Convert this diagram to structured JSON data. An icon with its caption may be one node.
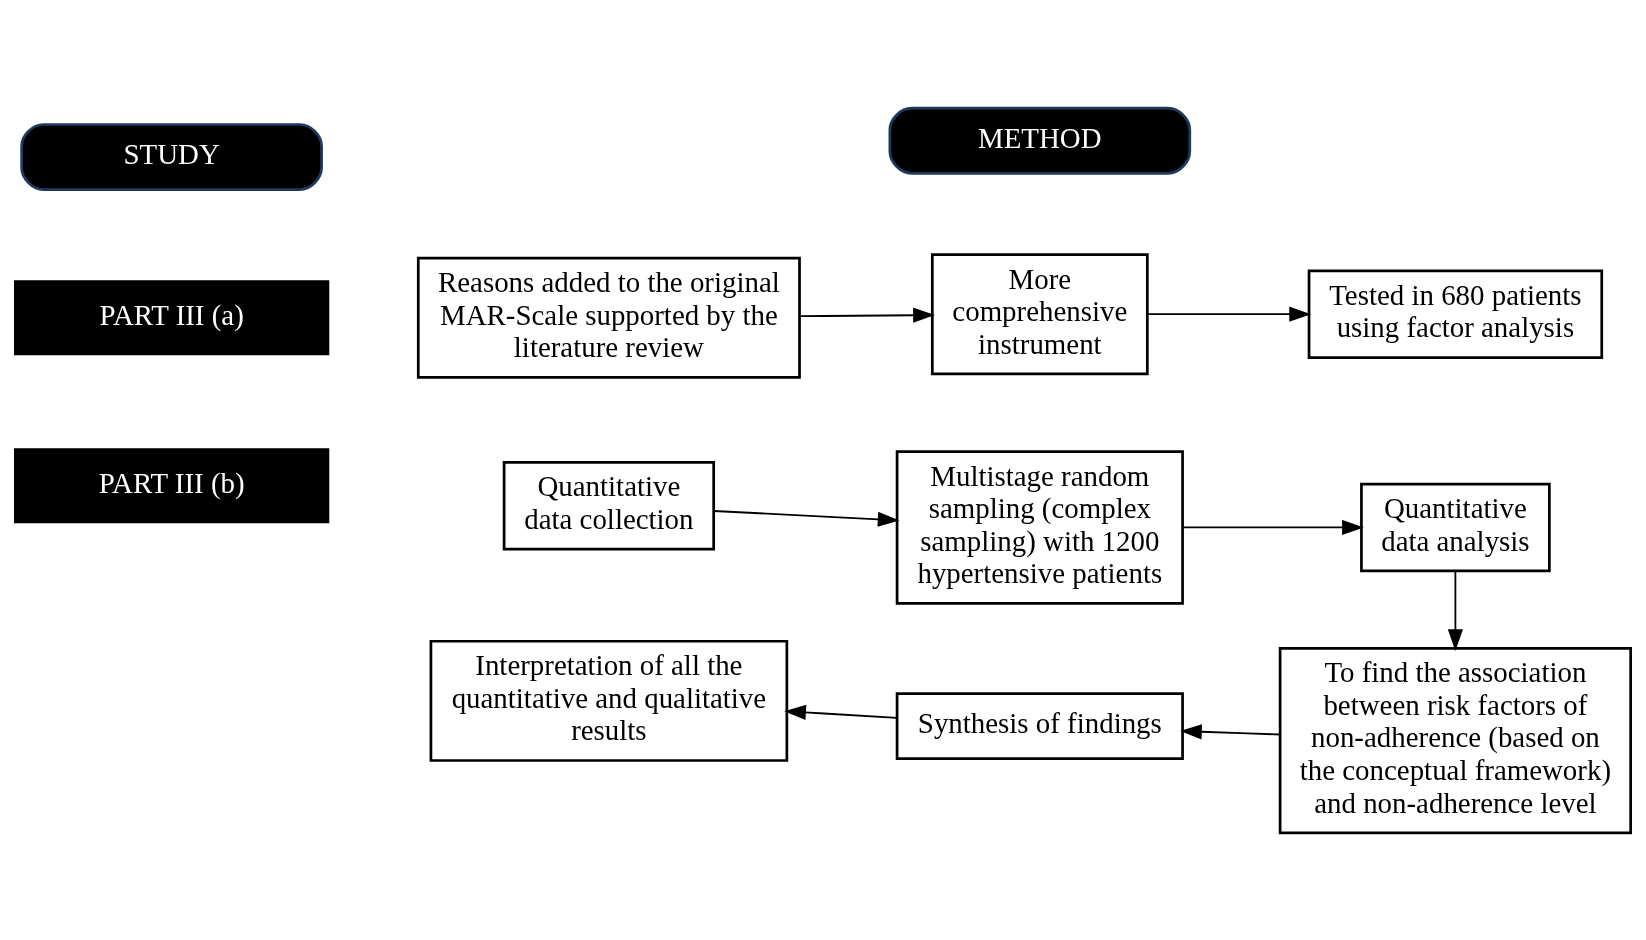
{
  "diagram": {
    "nodes": [
      {
        "text": [
          "STUDY"
        ]
      },
      {
        "text": [
          "METHOD"
        ]
      },
      {
        "text": [
          "PART III (a)"
        ]
      },
      {
        "text": [
          "Reasons added to the original MAR-Scale supported by the literature review"
        ]
      },
      {
        "text": [
          "More comprehensive instrument"
        ]
      },
      {
        "text": [
          "Tested in 680 patients using factor analysis"
        ]
      },
      {
        "text": [
          "PART III (b)"
        ]
      },
      {
        "text": [
          "Quantitative data collection"
        ]
      },
      {
        "text": [
          "Multistage random sampling (complex sampling) with 1200 hypertensive patients"
        ]
      },
      {
        "text": [
          "Quantitative data analysis"
        ]
      },
      {
        "text": [
          "To find the association between risk factors of non-adherence (based on the conceptual framework) and non-adherence level"
        ]
      },
      {
        "text": [
          "Synthesis of findings"
        ]
      },
      {
        "text": [
          "Interpretation of all the quantitative and qualitative results"
        ]
      }
    ],
    "edges": [
      {
        "from": 3,
        "to": 4,
        "arrow": "to"
      },
      {
        "from": 4,
        "to": 5,
        "arrow": "to"
      },
      {
        "from": 7,
        "to": 8,
        "arrow": "to"
      },
      {
        "from": 8,
        "to": 9,
        "arrow": "to"
      },
      {
        "from": 9,
        "to": 10,
        "arrow": "to"
      },
      {
        "from": 10,
        "to": 11,
        "arrow": "to"
      },
      {
        "from": 11,
        "to": 12,
        "arrow": "to"
      }
    ]
  }
}
